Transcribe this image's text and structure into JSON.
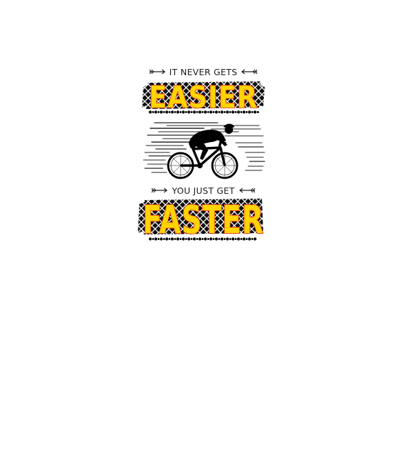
{
  "poster": {
    "line1": "IT NEVER GETS",
    "word1": "EASIER",
    "line2": "YOU JUST GET",
    "word2": "FASTER"
  },
  "colors": {
    "background": "#ffffff",
    "ink": "#1a1a1a",
    "letter_fill": "#ffd400",
    "letter_outline": "#e8231d",
    "tread": "#111111"
  },
  "icons": [
    "arrow-left-icon",
    "arrow-right-icon",
    "cyclist-icon",
    "bike-chain-icon",
    "tire-tread-icon"
  ]
}
